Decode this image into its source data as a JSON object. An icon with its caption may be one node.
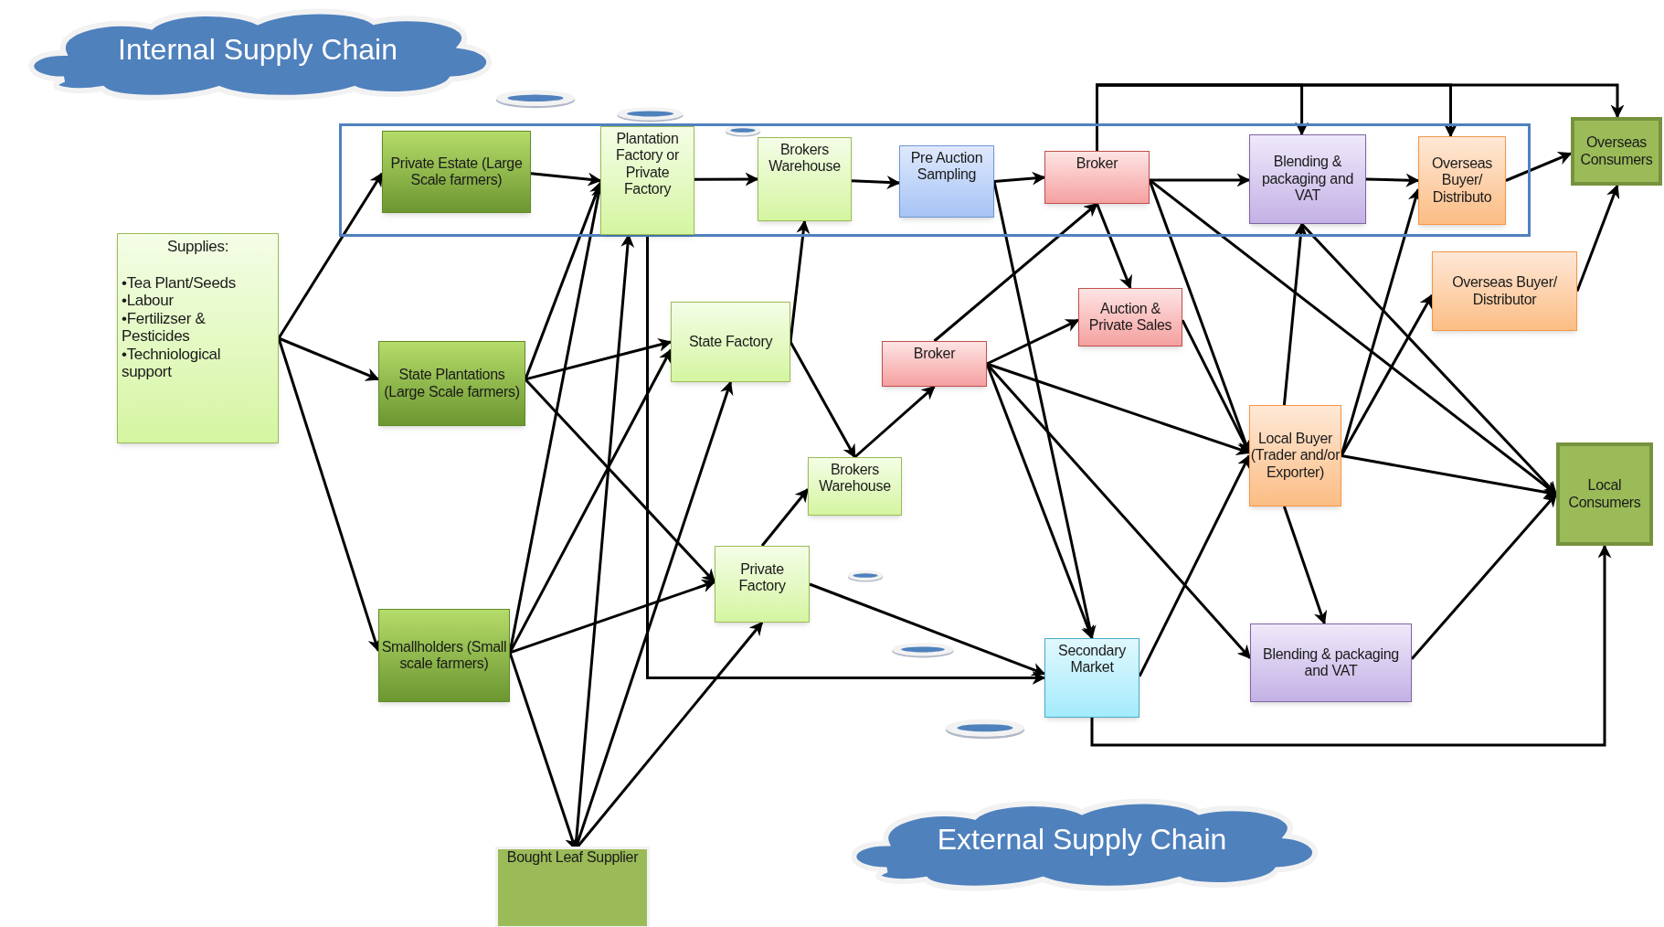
{
  "diagram": {
    "nodes": [
      {
        "text": [
          "Internal Supply Chain"
        ]
      },
      {
        "text": [],
        "shape": "box"
      },
      {
        "text": [
          "Private Estate (Large Scale farmers)"
        ],
        "in": 1
      },
      {
        "text": [
          "Plantation Factory or Private Factory"
        ],
        "in": 1
      },
      {
        "text": [
          "Brokers Warehouse"
        ],
        "in": 1
      },
      {
        "text": [
          "Pre Auction Sampling"
        ],
        "in": 1
      },
      {
        "text": [
          "Broker"
        ],
        "in": 1
      },
      {
        "text": [
          "Blending & packaging and VAT"
        ],
        "in": 1
      },
      {
        "text": [
          "Overseas Buyer/ Distributo"
        ],
        "in": 1
      },
      {
        "text": [
          "Overseas Consumers"
        ]
      },
      {
        "text": [
          "Supplies:",
          "•Tea Plant/Seeds",
          "•Labour",
          "•Fertilizser & Pesticides",
          "•Techniological support"
        ]
      },
      {
        "text": [
          "State Plantations (Large Scale farmers)"
        ]
      },
      {
        "text": [
          "State Factory"
        ]
      },
      {
        "text": [
          "Auction & Private Sales"
        ]
      },
      {
        "text": [
          "Broker"
        ]
      },
      {
        "text": [
          "Overseas Buyer/ Distributor"
        ]
      },
      {
        "text": [
          "Brokers Warehouse"
        ]
      },
      {
        "text": [
          "Local Buyer (Trader and/or Exporter)"
        ]
      },
      {
        "text": [
          "Local Consumers"
        ]
      },
      {
        "text": [
          "Private Factory"
        ]
      },
      {
        "text": [
          "Smallholders (Small scale farmers)"
        ]
      },
      {
        "text": [
          "Secondary Market"
        ]
      },
      {
        "text": [
          "Blending & packaging and VAT"
        ]
      },
      {
        "text": [
          "Bought Leaf Supplier"
        ]
      },
      {
        "text": [
          "External Supply Chain"
        ]
      }
    ],
    "edges": [
      {
        "from": 10,
        "to": 2,
        "arrow": "to"
      },
      {
        "from": 10,
        "to": 11,
        "arrow": "to"
      },
      {
        "from": 10,
        "to": 20,
        "arrow": "to"
      },
      {
        "from": 2,
        "to": 3,
        "arrow": "to"
      },
      {
        "from": 11,
        "to": 3,
        "arrow": "to"
      },
      {
        "from": 20,
        "to": 3,
        "arrow": "to"
      },
      {
        "from": 11,
        "to": 12,
        "arrow": "to"
      },
      {
        "from": 20,
        "to": 12,
        "arrow": "to"
      },
      {
        "from": 11,
        "to": 19,
        "arrow": "to"
      },
      {
        "from": 20,
        "to": 19,
        "arrow": "to"
      },
      {
        "from": 20,
        "to": 23,
        "arrow": "to"
      },
      {
        "from": 23,
        "to": 3,
        "arrow": "to"
      },
      {
        "from": 23,
        "to": 12,
        "arrow": "to"
      },
      {
        "from": 23,
        "to": 19,
        "arrow": "to"
      },
      {
        "from": 3,
        "to": 21,
        "arrow": "to"
      },
      {
        "from": 3,
        "to": 4,
        "arrow": "to"
      },
      {
        "from": 12,
        "to": 4,
        "arrow": "to"
      },
      {
        "from": 12,
        "to": 16,
        "arrow": "to"
      },
      {
        "from": 19,
        "to": 16,
        "arrow": "to"
      },
      {
        "from": 19,
        "to": 21,
        "arrow": "to"
      },
      {
        "from": 4,
        "to": 5,
        "arrow": "to"
      },
      {
        "from": 5,
        "to": 6,
        "arrow": "to"
      },
      {
        "from": 5,
        "to": 21,
        "arrow": "to"
      },
      {
        "from": 16,
        "to": 14,
        "arrow": "to"
      },
      {
        "from": 14,
        "to": 6,
        "arrow": "to"
      },
      {
        "from": 6,
        "to": 13,
        "arrow": "to"
      },
      {
        "from": 14,
        "to": 13,
        "arrow": "to"
      },
      {
        "from": 14,
        "to": 17,
        "arrow": "to"
      },
      {
        "from": 14,
        "to": 21,
        "arrow": "to"
      },
      {
        "from": 14,
        "to": 22,
        "arrow": "to"
      },
      {
        "from": 6,
        "to": 7,
        "arrow": "to"
      },
      {
        "from": 6,
        "to": 17,
        "arrow": "to"
      },
      {
        "from": 6,
        "to": 18,
        "arrow": "to"
      },
      {
        "from": 13,
        "to": 17,
        "arrow": "to"
      },
      {
        "from": 6,
        "to": 9,
        "arrow": "to"
      },
      {
        "from": 6,
        "to": 7,
        "arrow": "to"
      },
      {
        "from": 6,
        "to": 8,
        "arrow": "to"
      },
      {
        "from": 7,
        "to": 8,
        "arrow": "to"
      },
      {
        "from": 8,
        "to": 9,
        "arrow": "to"
      },
      {
        "from": 15,
        "to": 9,
        "arrow": "to"
      },
      {
        "from": 17,
        "to": 7,
        "arrow": "to"
      },
      {
        "from": 7,
        "to": 18,
        "arrow": "to"
      },
      {
        "from": 17,
        "to": 8,
        "arrow": "to"
      },
      {
        "from": 17,
        "to": 15,
        "arrow": "to"
      },
      {
        "from": 17,
        "to": 18,
        "arrow": "to"
      },
      {
        "from": 17,
        "to": 22,
        "arrow": "to"
      },
      {
        "from": 21,
        "to": 17,
        "arrow": "to"
      },
      {
        "from": 21,
        "to": 18,
        "arrow": "to"
      },
      {
        "from": 22,
        "to": 18,
        "arrow": "to"
      }
    ]
  }
}
